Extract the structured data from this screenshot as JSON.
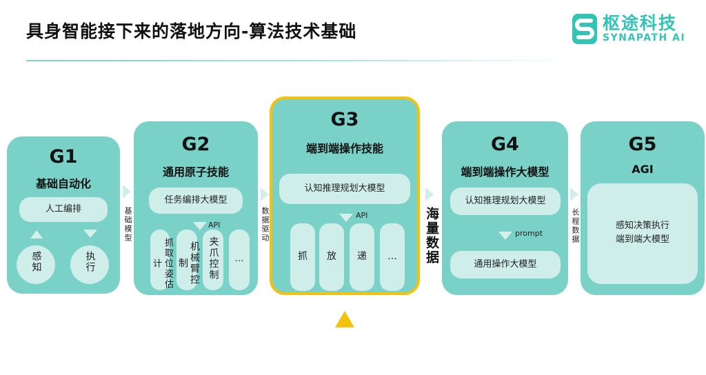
{
  "title": "具身智能接下来的落地方向-算法技术基础",
  "logo": {
    "cn": "枢途科技",
    "en": "SYNAPATH AI",
    "color": "#33c3b7"
  },
  "colors": {
    "card": "#79d1c7",
    "pill": "#cfeeea",
    "highlight": "#f4c20d"
  },
  "g1": {
    "label": "G1",
    "subtitle": "基础自动化",
    "pill": "人工编排",
    "left": "感知",
    "right": "执行"
  },
  "g2": {
    "label": "G2",
    "subtitle": "通用原子技能",
    "pill": "任务编排大模型",
    "api": "API",
    "skills": [
      "抓取位姿估计",
      "机械臂控制",
      "夹爪控制",
      "…"
    ]
  },
  "g3": {
    "label": "G3",
    "subtitle": "端到端操作技能",
    "pill": "认知推理规划大模型",
    "api": "API",
    "skills": [
      "抓",
      "放",
      "递",
      "…"
    ]
  },
  "g4": {
    "label": "G4",
    "subtitle": "端到端操作大模型",
    "pill_top": "认知推理规划大模型",
    "prompt": "prompt",
    "pill_bottom": "通用操作大模型"
  },
  "g5": {
    "label": "G5",
    "subtitle": "AGI",
    "box_line1": "感知决策执行",
    "box_line2": "端到端大模型"
  },
  "between": {
    "g1_g2": "基础模型",
    "g2_g3": "数据驱动",
    "g3_g4": "海量数据",
    "g4_g5": "长程数据"
  }
}
